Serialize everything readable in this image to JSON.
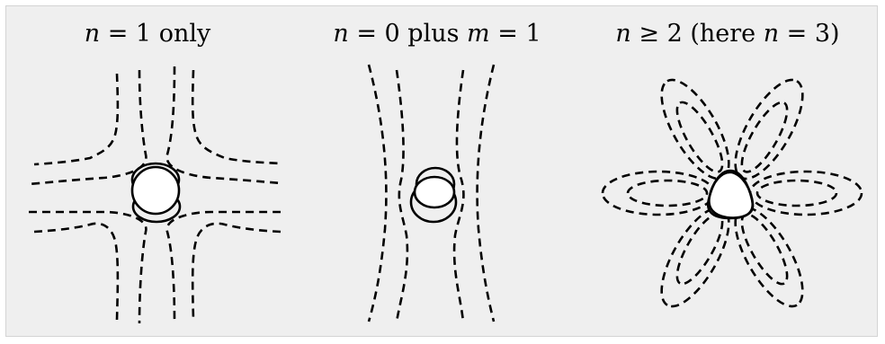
{
  "panels": [
    {
      "title_parts": [
        "n",
        " = 1 only"
      ]
    },
    {
      "title_parts": [
        "n",
        " = 0 plus ",
        "m",
        " = 1"
      ]
    },
    {
      "title_parts": [
        "n",
        " ≥ 2 (here ",
        "n",
        " = 3)"
      ]
    }
  ]
}
